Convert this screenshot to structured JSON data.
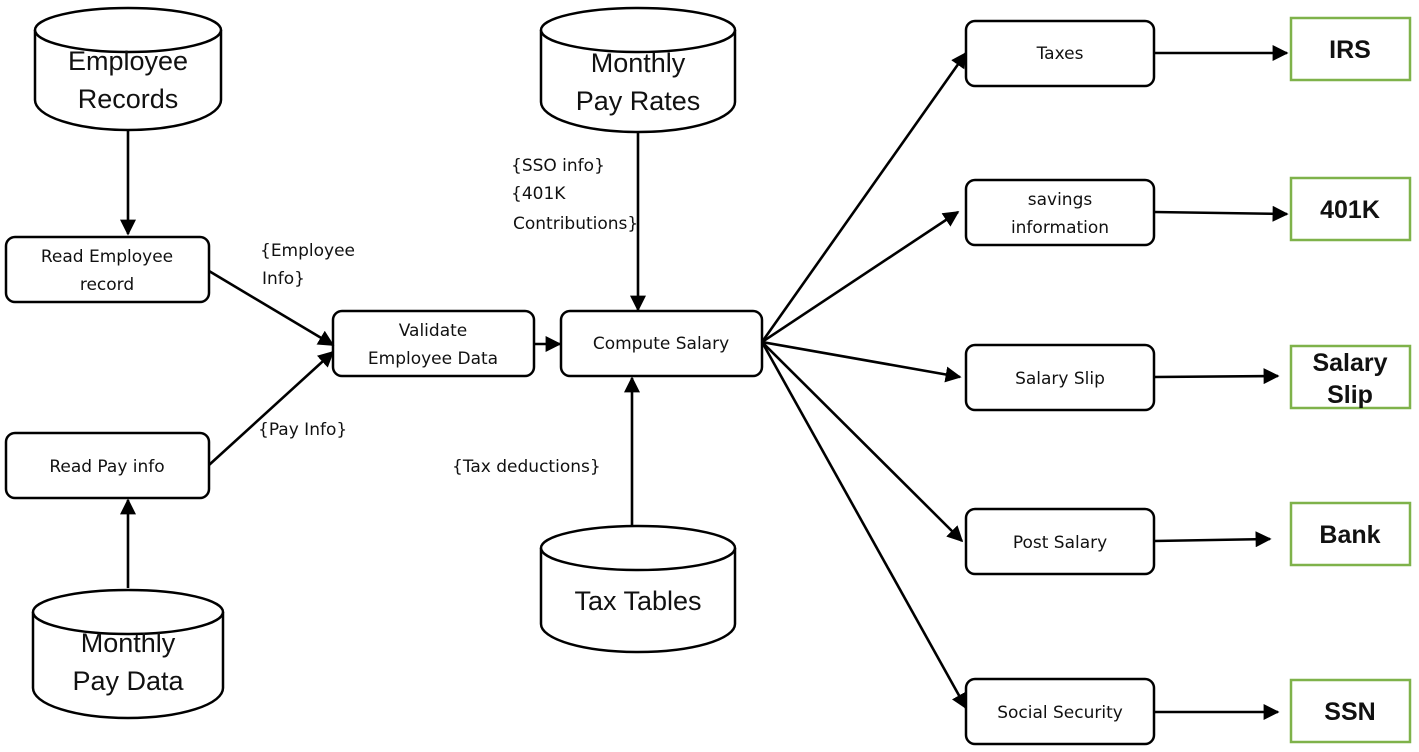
{
  "datastores": {
    "employee_records": {
      "line1": "Employee",
      "line2": "Records"
    },
    "monthly_pay_rates": {
      "line1": "Monthly",
      "line2": "Pay Rates"
    },
    "monthly_pay_data": {
      "line1": "Monthly",
      "line2": "Pay Data"
    },
    "tax_tables": {
      "line1": "Tax Tables"
    }
  },
  "processes": {
    "read_employee": {
      "line1": "Read Employee",
      "line2": "record"
    },
    "read_pay": {
      "line1": "Read Pay info"
    },
    "validate": {
      "line1": "Validate",
      "line2": "Employee Data"
    },
    "compute": {
      "line1": "Compute Salary"
    },
    "taxes": {
      "line1": "Taxes"
    },
    "savings": {
      "line1": "savings",
      "line2": "information"
    },
    "salary_slip": {
      "line1": "Salary Slip"
    },
    "post_salary": {
      "line1": "Post Salary"
    },
    "social_security": {
      "line1": "Social Security"
    }
  },
  "flows": {
    "employee_info": {
      "line1": "{Employee",
      "line2": "Info}"
    },
    "pay_info": {
      "line1": "{Pay Info}"
    },
    "sso_info": {
      "line1": "{SSO info}",
      "line2": "{401K",
      "line3": "Contributions}"
    },
    "tax_deductions": {
      "line1": "{Tax deductions}"
    }
  },
  "externals": {
    "irs": {
      "line1": "IRS"
    },
    "k401": {
      "line1": "401K"
    },
    "salary_slip": {
      "line1": "Salary",
      "line2": "Slip"
    },
    "bank": {
      "line1": "Bank"
    },
    "ssn": {
      "line1": "SSN"
    }
  },
  "colors": {
    "external_border": "#7fb24a",
    "stroke": "#000000"
  }
}
